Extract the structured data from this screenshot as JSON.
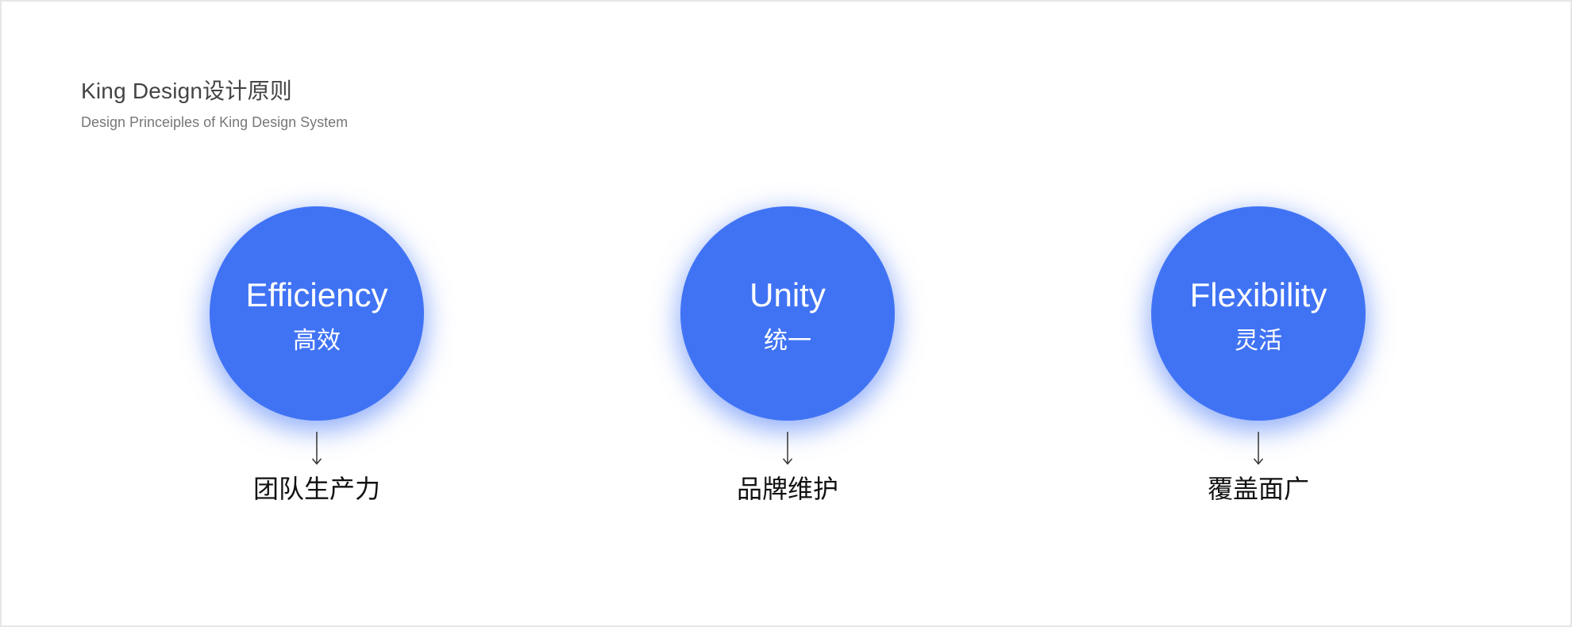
{
  "header": {
    "title": "King Design设计原则",
    "subtitle": "Design Princeiples of King Design System"
  },
  "colors": {
    "accent": "#4073f4",
    "title_text": "#444444",
    "subtitle_text": "#777777",
    "outcome_text": "#111111"
  },
  "principles": [
    {
      "name_en": "Efficiency",
      "name_zh": "高效",
      "arrow_icon": "arrow-down",
      "outcome": "团队生产力"
    },
    {
      "name_en": "Unity",
      "name_zh": "统一",
      "arrow_icon": "arrow-down",
      "outcome": "品牌维护"
    },
    {
      "name_en": "Flexibility",
      "name_zh": "灵活",
      "arrow_icon": "arrow-down",
      "outcome": "覆盖面广"
    }
  ]
}
